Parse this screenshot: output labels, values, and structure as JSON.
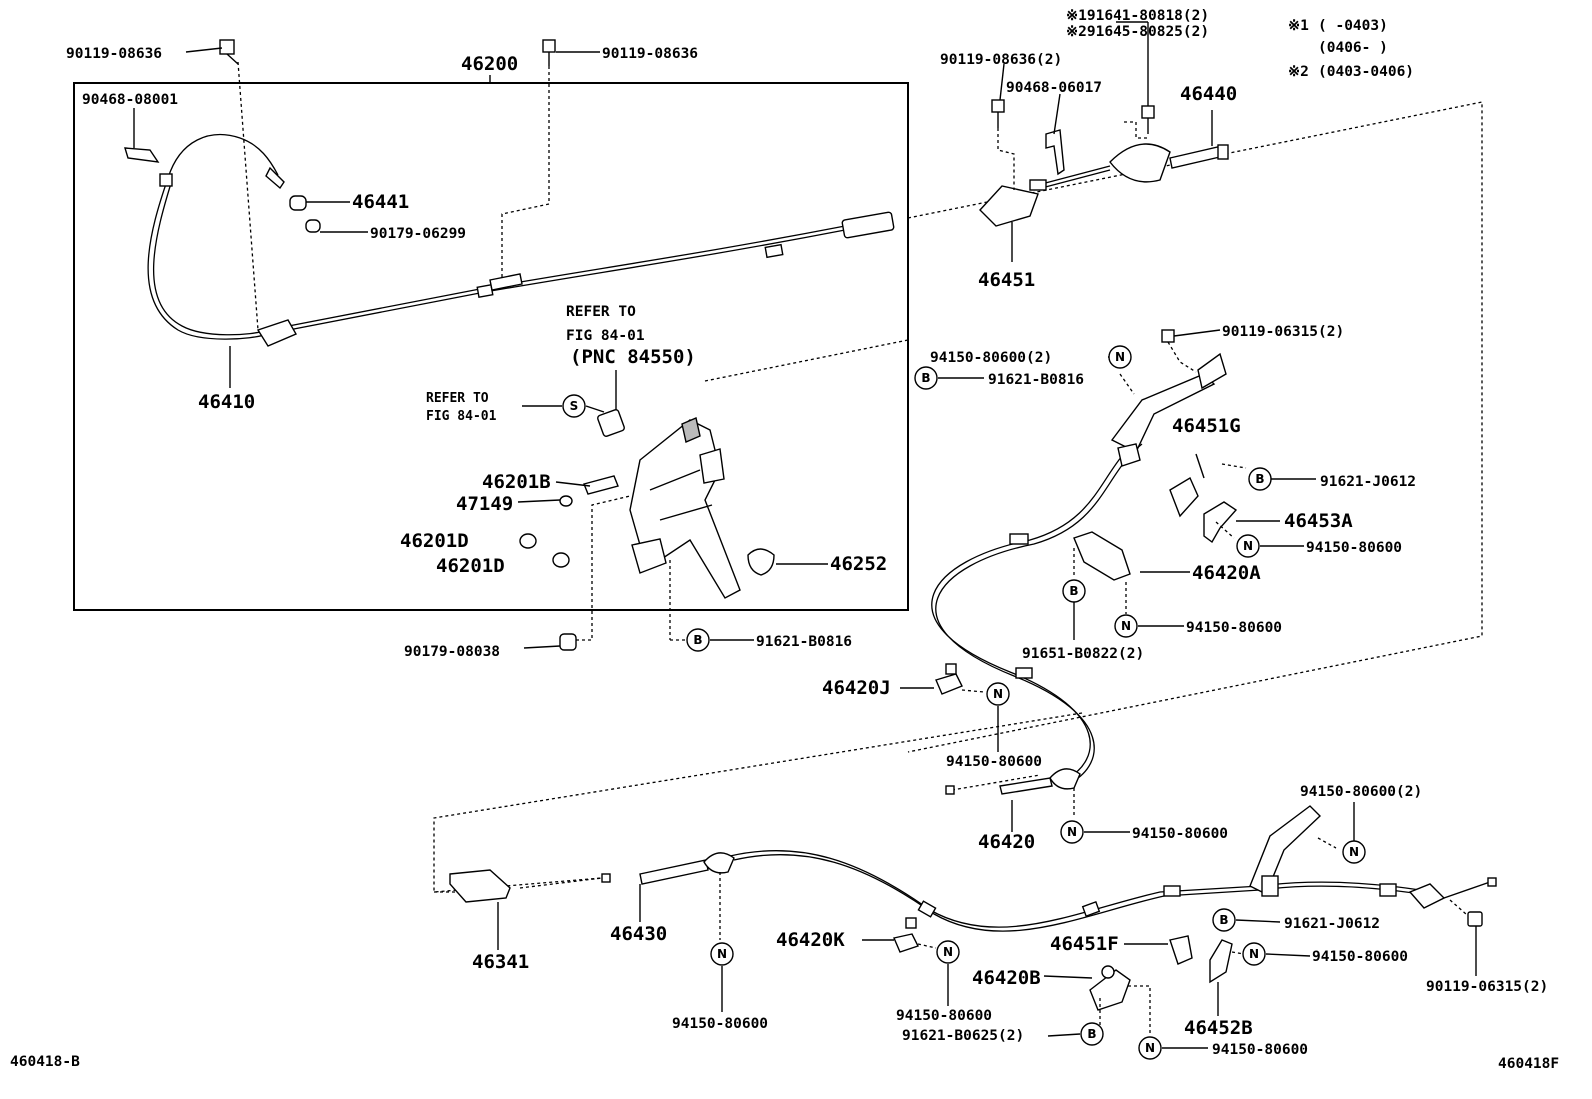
{
  "diagram": {
    "footer_left": "460418-B",
    "footer_right": "460418F",
    "legend": {
      "line1_mark": "※1",
      "line1": "(        -0403)",
      "line2": "(0406-        )",
      "line3_mark": "※2",
      "line3": "(0403-0406)"
    },
    "refer_big": [
      "REFER TO",
      "FIG 84-01",
      "(PNC 84550)"
    ],
    "refer_small": [
      "REFER TO",
      "FIG 84-01"
    ],
    "markers": {
      "S": "S",
      "B": "B",
      "N": "N"
    },
    "labels": {
      "p90119_08636_a": "90119-08636",
      "p90119_08636_b": "90119-08636",
      "p46200": "46200",
      "p90468_08001": "90468-08001",
      "p46441": "46441",
      "p90179_06299": "90179-06299",
      "p46410": "46410",
      "p46201B": "46201B",
      "p47149": "47149",
      "p46201D_a": "46201D",
      "p46201D_b": "46201D",
      "p46252": "46252",
      "p90179_08038": "90179-08038",
      "p91621_B0816_a": "91621-B0816",
      "x1": "※191641-80818(2)",
      "x2": "※291645-80825(2)",
      "p90119_08636_2": "90119-08636(2)",
      "p90468_06017": "90468-06017",
      "p46440": "46440",
      "p46451": "46451",
      "p90119_06315_2a": "90119-06315(2)",
      "p94150_80600_2a": "94150-80600(2)",
      "p91621_B0816_b": "91621-B0816",
      "p46451G": "46451G",
      "p91621_J0612_a": "91621-J0612",
      "p46453A": "46453A",
      "p94150_80600_a": "94150-80600",
      "p46420A": "46420A",
      "p94150_80600_b": "94150-80600",
      "p91651_B0822_2": "91651-B0822(2)",
      "p46420J": "46420J",
      "p94150_80600_c": "94150-80600",
      "p46420": "46420",
      "p94150_80600_d": "94150-80600",
      "p94150_80600_2b": "94150-80600(2)",
      "p46341": "46341",
      "p46430": "46430",
      "p94150_80600_e": "94150-80600",
      "p46420K": "46420K",
      "p94150_80600_f": "94150-80600",
      "p91621_J0612_b": "91621-J0612",
      "p46451F": "46451F",
      "p94150_80600_g": "94150-80600",
      "p90119_06315_2b": "90119-06315(2)",
      "p46420B": "46420B",
      "p46452B": "46452B",
      "p91621_B0625_2": "91621-B0625(2)",
      "p94150_80600_h": "94150-80600"
    }
  }
}
